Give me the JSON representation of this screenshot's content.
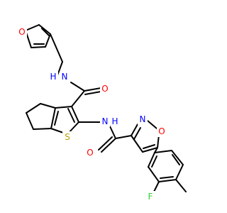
{
  "colors": {
    "bond": "#000000",
    "oxygen": "#ff0000",
    "nitrogen": "#0000ff",
    "sulfur": "#b8a000",
    "fluorine": "#33cc33",
    "background": "#ffffff"
  },
  "atoms": {
    "furan_o": "O",
    "amide_nh_top": "N",
    "amide_h_top": "H",
    "carbonyl_o_top": "O",
    "amide_nh_mid": "N",
    "amide_h_mid": "H",
    "thiophene_s": "S",
    "isoxazole_n": "N",
    "isoxazole_o": "O",
    "carbonyl_o_bottom": "O",
    "fluorine": "F"
  }
}
